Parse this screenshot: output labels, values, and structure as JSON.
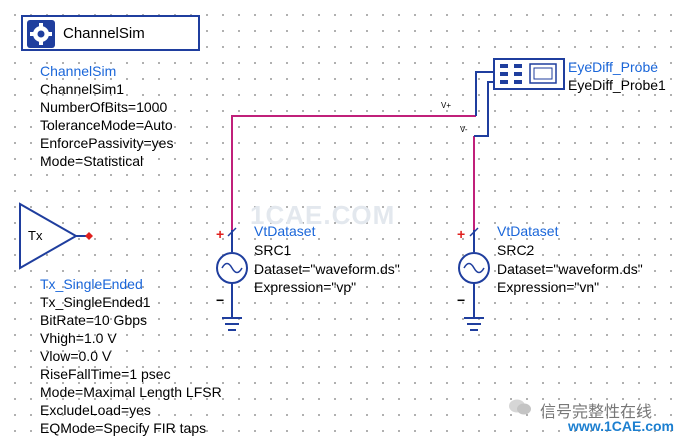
{
  "channelsim": {
    "box_title": "ChannelSim",
    "params": [
      "ChannelSim",
      "ChannelSim1",
      "NumberOfBits=1000",
      "ToleranceMode=Auto",
      "EnforcePassivity=yes",
      "Mode=Statistical"
    ]
  },
  "tx": {
    "symbol_label": "Tx",
    "params": [
      "Tx_SingleEnded",
      "Tx_SingleEnded1",
      "BitRate=10 Gbps",
      "Vhigh=1.0 V",
      "Vlow=0.0 V",
      "RiseFallTime=1 psec",
      "Mode=Maximal Length LFSR",
      "ExcludeLoad=yes",
      "EQMode=Specify FIR taps"
    ]
  },
  "src1": {
    "params": [
      "VtDataset",
      "SRC1",
      "Dataset=\"waveform.ds\"",
      "Expression=\"vp\""
    ],
    "plus": "+",
    "minus": "−"
  },
  "src2": {
    "params": [
      "VtDataset",
      "SRC2",
      "Dataset=\"waveform.ds\"",
      "Expression=\"vn\""
    ],
    "plus": "+",
    "minus": "−"
  },
  "probe": {
    "params": [
      "EyeDiff_Probe",
      "EyeDiff_Probe1"
    ],
    "pin_vp": "V+",
    "pin_vn": "V-"
  },
  "watermark": "1CAE.COM",
  "footer": {
    "chinese": "信号完整性在线",
    "brand": "www.1CAE.com"
  },
  "colors": {
    "wire": "#c0207a",
    "component": "#1f3e9e",
    "label": "#1a66d9",
    "port": "#e0201e"
  }
}
